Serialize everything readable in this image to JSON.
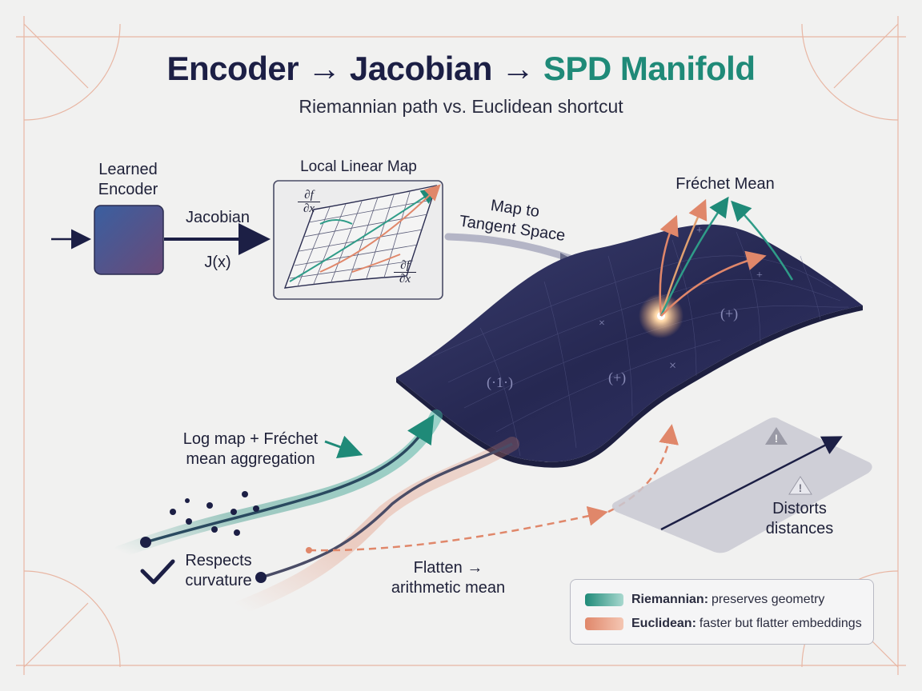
{
  "title": {
    "part1": "Encoder → Jacobian → ",
    "part2": "SPD Manifold"
  },
  "subtitle": "Riemannian path vs. Euclidean shortcut",
  "labels": {
    "learned_encoder_1": "Learned",
    "learned_encoder_2": "Encoder",
    "jacobian": "Jacobian",
    "jx": "J(x)",
    "local_linear_map": "Local Linear Map",
    "partial_top": "∂f",
    "partial_top_den": "∂x",
    "partial_bottom": "∂f",
    "partial_bottom_den": "∂x",
    "map_to_1": "Map to",
    "map_to_2": "Tangent Space",
    "frechet_mean": "Fréchet Mean",
    "log_map_1": "Log map + Fréchet",
    "log_map_2": "mean aggregation",
    "respects_1": "Respects",
    "respects_2": "curvature",
    "flatten_1": "Flatten →",
    "flatten_2": "arithmetic mean",
    "distorts_1": "Distorts",
    "distorts_2": "distances"
  },
  "legend": {
    "riemannian_bold": "Riemannian:",
    "riemannian_text": "preserves geometry",
    "euclidean_bold": "Euclidean:",
    "euclidean_text": "faster but flatter embeddings"
  },
  "colors": {
    "teal": "#1f8a78",
    "coral": "#e0876a",
    "navy": "#1c1f45",
    "manifold": "#2f3160",
    "accent_frame": "#e8b6a3"
  }
}
